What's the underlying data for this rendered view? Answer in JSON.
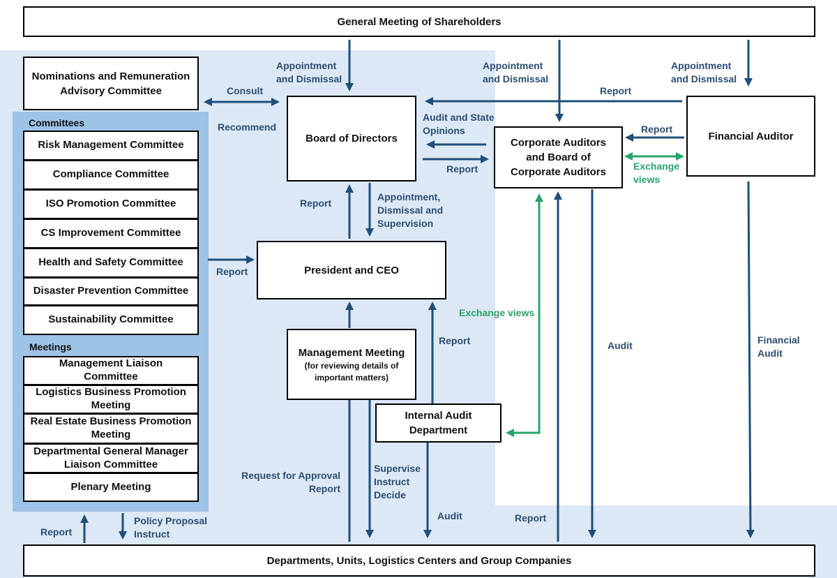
{
  "boxes": {
    "shareholders": "General Meeting of Shareholders",
    "nominations": "Nominations and Remuneration Advisory Committee",
    "board": "Board of Directors",
    "corporate_auditors": "Corporate Auditors and Board of Corporate Auditors",
    "financial_auditor": "Financial Auditor",
    "president": "President and CEO",
    "management_meeting": "Management Meeting",
    "management_meeting_note": "(for reviewing details of important matters)",
    "internal_audit": "Internal Audit Department",
    "departments": "Departments, Units, Logistics Centers and Group Companies"
  },
  "committees": {
    "heading": "Committees",
    "items": [
      "Risk Management Committee",
      "Compliance Committee",
      "ISO Promotion Committee",
      "CS Improvement Committee",
      "Health and Safety Committee",
      "Disaster Prevention Committee",
      "Sustainability Committee"
    ]
  },
  "meetings": {
    "heading": "Meetings",
    "items": [
      "Management Liaison Committee",
      "Logistics Business Promotion Meeting",
      "Real Estate Business Promotion Meeting",
      "Departmental General Manager Liaison Committee",
      "Plenary Meeting"
    ]
  },
  "labels": {
    "appointment_board": "Appointment and Dismissal",
    "appointment_auditors": "Appointment and Dismissal",
    "appointment_financial": "Appointment and Dismissal",
    "consult": "Consult",
    "recommend": "Recommend",
    "report_fa_to_board": "Report",
    "audit_state_opinions": "Audit and State Opinions",
    "report_fa_to_auditors": "Report",
    "report_board_to_auditors": "Report",
    "exchange_views_fa": "Exchange views",
    "report_president_to_board": "Report",
    "appointment_supervision": "Appointment, Dismissal and Supervision",
    "report_committees": "Report",
    "exchange_views_internal": "Exchange views",
    "report_internal_audit": "Report",
    "audit_auditors": "Audit",
    "financial_audit": "Financial Audit",
    "request_approval": "Request for Approval Report",
    "supervise": "Supervise Instruct Decide",
    "audit_internal": "Audit",
    "report_departments": "Report",
    "report_bottom_left": "Report",
    "policy_proposal": "Policy Proposal Instruct"
  },
  "colors": {
    "arrow": "#1f4e79",
    "exchange": "#27a46a",
    "background": "#dce8f5",
    "committee_panel": "#9dc3e6",
    "label": "#2c4d74"
  }
}
